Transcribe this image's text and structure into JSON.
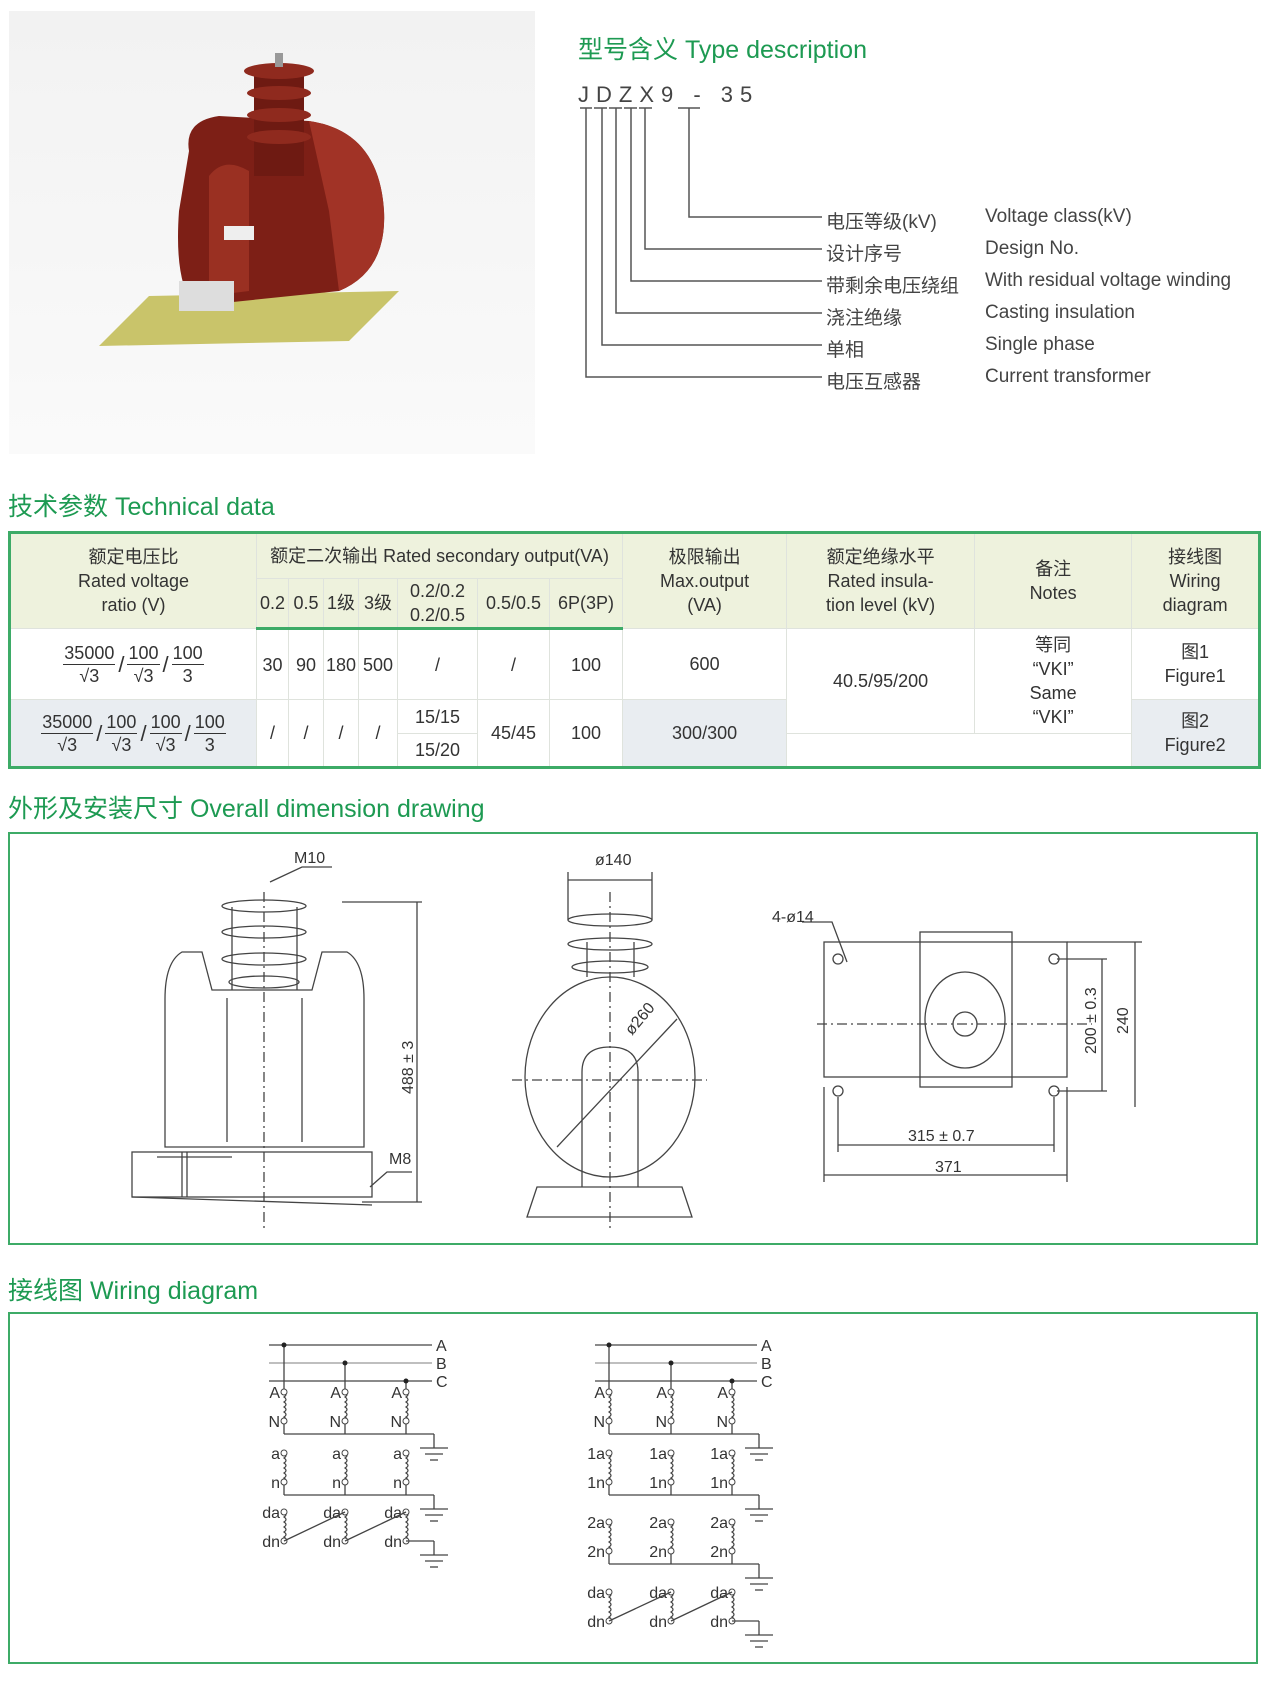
{
  "type_description": {
    "title": "型号含义  Type description",
    "code": "JDZX9 - 35",
    "items": [
      {
        "cn": "电压等级(kV)",
        "en": "Voltage class(kV)"
      },
      {
        "cn": "设计序号",
        "en": "Design No."
      },
      {
        "cn": "带剩余电压绕组",
        "en": "With residual voltage winding"
      },
      {
        "cn": "浇注绝缘",
        "en": "Casting insulation"
      },
      {
        "cn": "单相",
        "en": "Single phase"
      },
      {
        "cn": "电压互感器",
        "en": "Current transformer"
      }
    ]
  },
  "technical": {
    "title": "技术参数  Technical data",
    "headers": {
      "ratio_cn": "额定电压比",
      "ratio_en1": "Rated voltage",
      "ratio_en2": "ratio (V)",
      "secondary": "额定二次输出 Rated secondary output(VA)",
      "sub": [
        "0.2",
        "0.5",
        "1级",
        "3级",
        "0.2/0.2",
        "0.2/0.5",
        "0.5/0.5",
        "6P(3P)"
      ],
      "max_cn": "极限输出",
      "max_en1": "Max.output",
      "max_en2": "(VA)",
      "ins_cn": "额定绝缘水平",
      "ins_en1": "Rated insula-",
      "ins_en2": "tion level (kV)",
      "notes_cn": "备注",
      "notes_en": "Notes",
      "wiring_cn": "接线图",
      "wiring_en1": "Wiring",
      "wiring_en2": "diagram"
    },
    "rows": [
      {
        "ratio": [
          [
            "35000",
            "√3"
          ],
          [
            "100",
            "√3"
          ],
          [
            "100",
            "3"
          ]
        ],
        "v02": "30",
        "v05": "90",
        "v1": "180",
        "v3": "500",
        "v0202": "/",
        "v0505": "/",
        "v6p": "100",
        "max": "600",
        "fig_cn": "图1",
        "fig_en": "Figure1"
      },
      {
        "ratio": [
          [
            "35000",
            "√3"
          ],
          [
            "100",
            "√3"
          ],
          [
            "100",
            "√3"
          ],
          [
            "100",
            "3"
          ]
        ],
        "v02": "/",
        "v05": "/",
        "v1": "/",
        "v3": "/",
        "v0202a": "15/15",
        "v0202b": "15/20",
        "v0505": "45/45",
        "v6p": "100",
        "max": "300/300",
        "fig_cn": "图2",
        "fig_en": "Figure2"
      }
    ],
    "insulation": "40.5/95/200",
    "notes": [
      "等同",
      "“VKI”",
      "Same",
      "“VKI”"
    ]
  },
  "dimension": {
    "title": "外形及安装尺寸  Overall dimension drawing",
    "labels": {
      "m10": "M10",
      "m8": "M8",
      "height": "488 ± 3",
      "d140": "ø140",
      "d260": "ø260",
      "holes": "4-ø14",
      "w200": "200 ± 0.3",
      "w240": "240",
      "l315": "315 ± 0.7",
      "l371": "371"
    }
  },
  "wiring": {
    "title": "接线图  Wiring diagram",
    "bus": [
      "A",
      "B",
      "C"
    ],
    "fig1_rows": [
      [
        "A",
        "N"
      ],
      [
        "a",
        "n"
      ],
      [
        "da",
        "dn"
      ]
    ],
    "fig2_rows": [
      [
        "A",
        "N"
      ],
      [
        "1a",
        "1n"
      ],
      [
        "2a",
        "2n"
      ],
      [
        "da",
        "dn"
      ]
    ]
  },
  "colors": {
    "accent": "#1d9a52",
    "border": "#3dab67",
    "product": "#8a2219"
  }
}
